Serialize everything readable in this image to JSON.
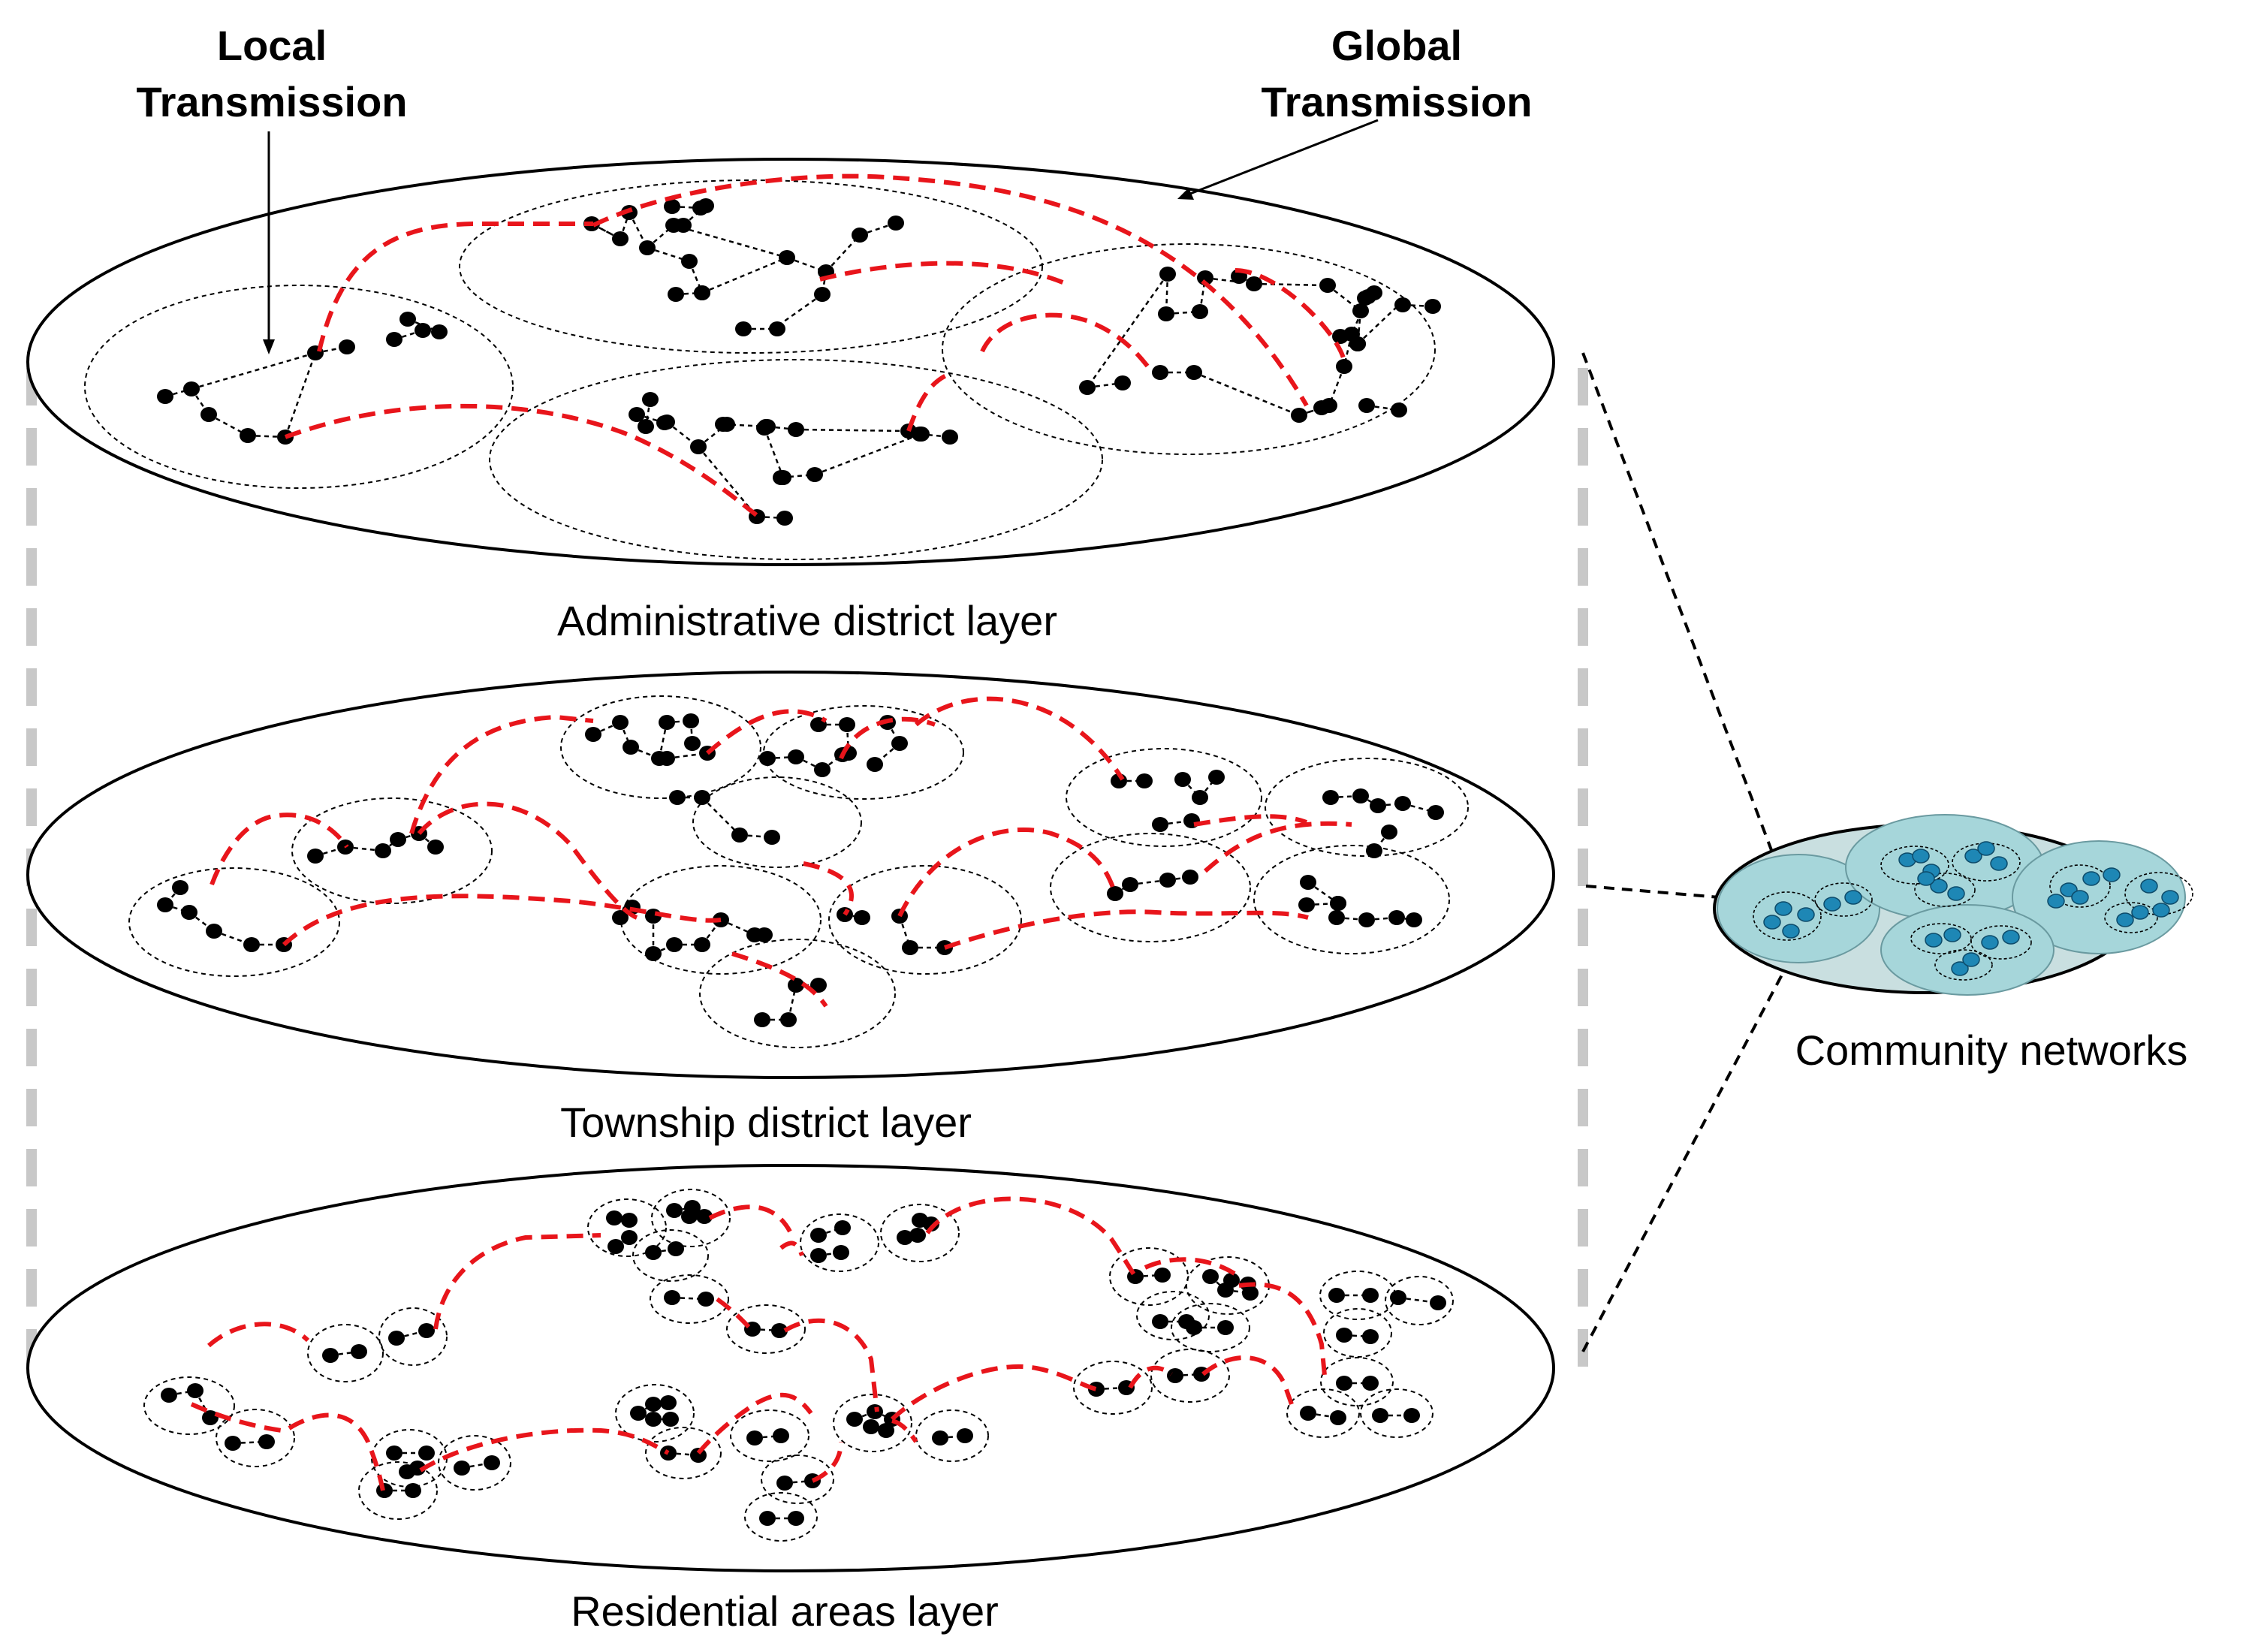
{
  "annotations": {
    "local_line1": "Local",
    "local_line2": "Transmission",
    "global_line1": "Global",
    "global_line2": "Transmission"
  },
  "layers": [
    {
      "id": "administrative",
      "label": "Administrative district layer"
    },
    {
      "id": "township",
      "label": "Township district layer"
    },
    {
      "id": "residential",
      "label": "Residential areas layer"
    }
  ],
  "community": {
    "label": "Community networks"
  },
  "colors": {
    "outline": "#000000",
    "node": "#000000",
    "global_link": "#e8151b",
    "local_link": "#000000",
    "cylinder_edge": "#c8c8c8",
    "community_disc": "#c9dfe0",
    "community_cluster": "#a6d6da",
    "community_node": "#1e87b5"
  }
}
